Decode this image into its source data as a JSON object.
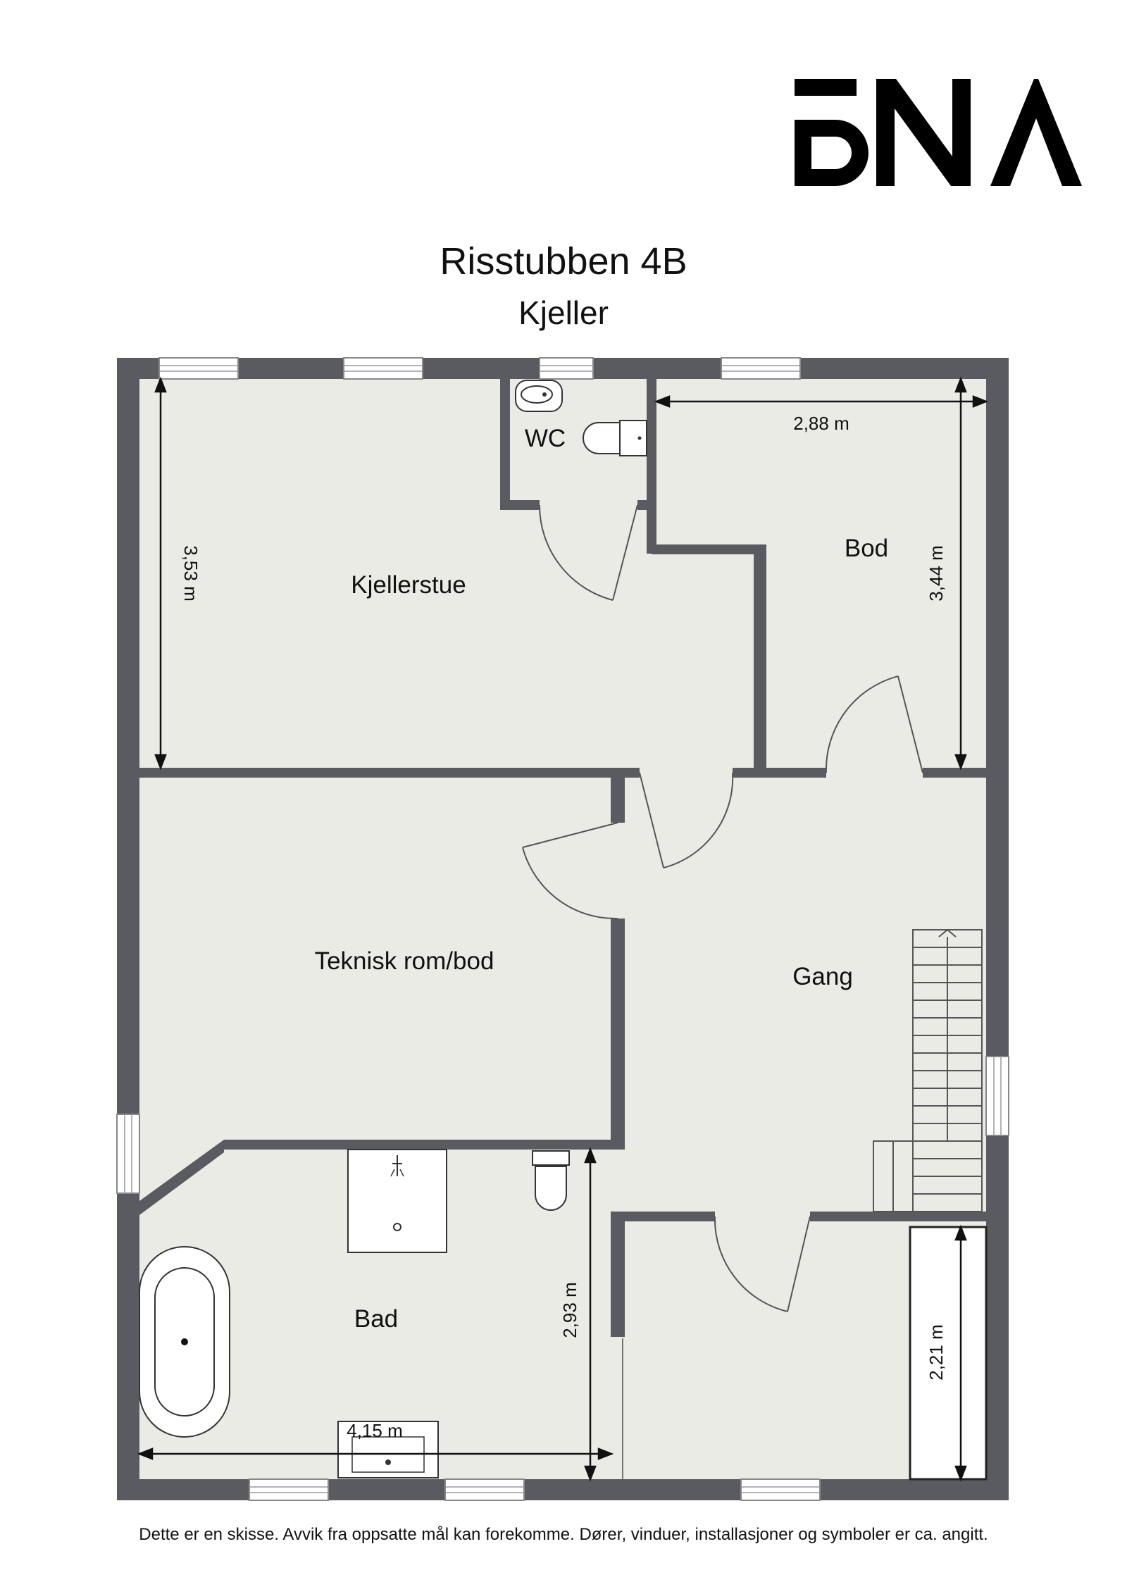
{
  "brand": {
    "logo_text": "BNA"
  },
  "header": {
    "title": "Risstubben 4B",
    "subtitle": "Kjeller"
  },
  "rooms": {
    "kjellerstue": "Kjellerstue",
    "wc": "WC",
    "bod": "Bod",
    "teknisk": "Teknisk rom/bod",
    "gang": "Gang",
    "bad": "Bad"
  },
  "dimensions": {
    "kjellerstue_height": "3,53 m",
    "bod_width": "2,88 m",
    "bod_height": "3,44 m",
    "bad_height": "2,93 m",
    "bad_width": "4,15 m",
    "closet_height": "2,21 m"
  },
  "colors": {
    "wall": "#5a5b60",
    "floor": "#ebebe6",
    "window": "#ffffff",
    "line": "#555555"
  },
  "footer": {
    "disclaimer": "Dette er en skisse. Avvik fra oppsatte mål kan forekomme. Dører, vinduer, installasjoner og symboler er ca. angitt."
  }
}
